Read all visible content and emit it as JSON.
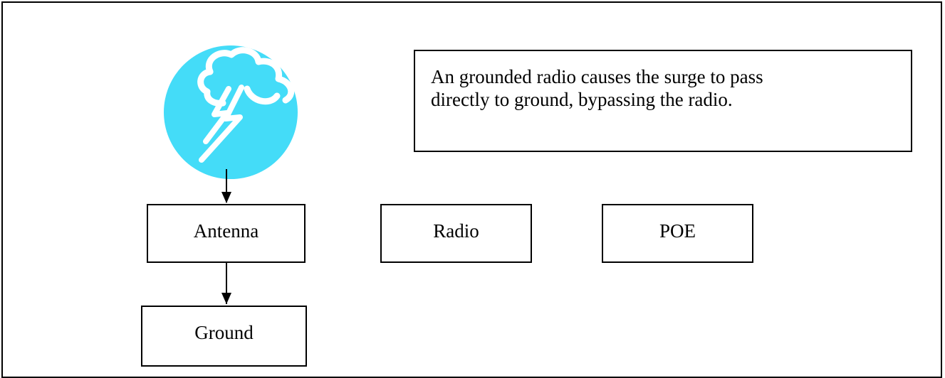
{
  "diagram": {
    "note_line_1": "An grounded radio causes the surge to pass",
    "note_line_2": "directly to ground, bypassing the radio.",
    "nodes": {
      "antenna": "Antenna",
      "radio": "Radio",
      "poe": "POE",
      "ground": "Ground"
    },
    "icon": "lightning-storm-icon"
  },
  "colors": {
    "icon_fill": "#44dcf8",
    "line": "#000000",
    "background": "#ffffff"
  }
}
